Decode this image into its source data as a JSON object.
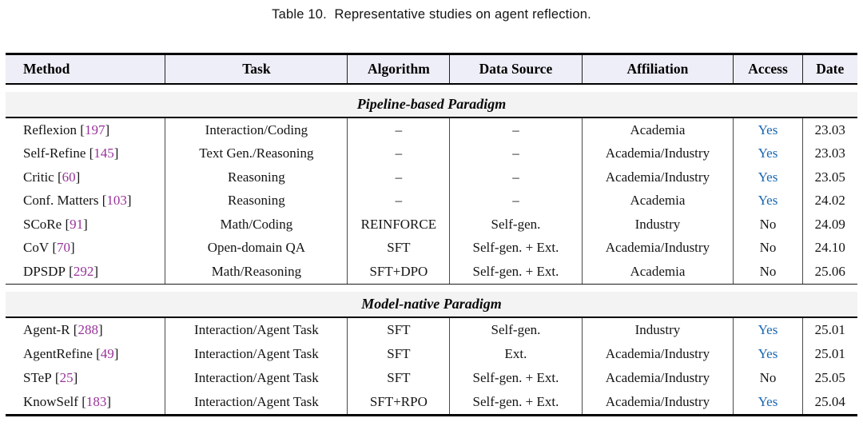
{
  "title": "Table 10.  Representative studies on agent reflection.",
  "colors": {
    "citation": "#993399",
    "access_yes_link": "#1a67b0",
    "header_background": "#eeeef8",
    "band_background": "#f3f3f3"
  },
  "columns": [
    "Method",
    "Task",
    "Algorithm",
    "Data Source",
    "Affiliation",
    "Access",
    "Date"
  ],
  "sections": [
    {
      "label": "Pipeline-based Paradigm",
      "rows": [
        {
          "method": "Reflexion",
          "cite": "197",
          "task": "Interaction/Coding",
          "algorithm": "–",
          "data_source": "–",
          "affiliation": "Academia",
          "access": "Yes",
          "date": "23.03"
        },
        {
          "method": "Self-Refine",
          "cite": "145",
          "task": "Text Gen./Reasoning",
          "algorithm": "–",
          "data_source": "–",
          "affiliation": "Academia/Industry",
          "access": "Yes",
          "date": "23.03"
        },
        {
          "method": "Critic",
          "cite": "60",
          "task": "Reasoning",
          "algorithm": "–",
          "data_source": "–",
          "affiliation": "Academia/Industry",
          "access": "Yes",
          "date": "23.05"
        },
        {
          "method": "Conf. Matters",
          "cite": "103",
          "task": "Reasoning",
          "algorithm": "–",
          "data_source": "–",
          "affiliation": "Academia",
          "access": "Yes",
          "date": "24.02"
        },
        {
          "method": "SCoRe",
          "cite": "91",
          "task": "Math/Coding",
          "algorithm": "REINFORCE",
          "data_source": "Self-gen.",
          "affiliation": "Industry",
          "access": "No",
          "date": "24.09"
        },
        {
          "method": "CoV",
          "cite": "70",
          "task": "Open-domain QA",
          "algorithm": "SFT",
          "data_source": "Self-gen. + Ext.",
          "affiliation": "Academia/Industry",
          "access": "No",
          "date": "24.10"
        },
        {
          "method": "DPSDP",
          "cite": "292",
          "task": "Math/Reasoning",
          "algorithm": "SFT+DPO",
          "data_source": "Self-gen. + Ext.",
          "affiliation": "Academia",
          "access": "No",
          "date": "25.06"
        }
      ]
    },
    {
      "label": "Model-native Paradigm",
      "rows": [
        {
          "method": "Agent-R",
          "cite": "288",
          "task": "Interaction/Agent Task",
          "algorithm": "SFT",
          "data_source": "Self-gen.",
          "affiliation": "Industry",
          "access": "Yes",
          "date": "25.01"
        },
        {
          "method": "AgentRefine",
          "cite": "49",
          "task": "Interaction/Agent Task",
          "algorithm": "SFT",
          "data_source": "Ext.",
          "affiliation": "Academia/Industry",
          "access": "Yes",
          "date": "25.01"
        },
        {
          "method": "STeP",
          "cite": "25",
          "task": "Interaction/Agent Task",
          "algorithm": "SFT",
          "data_source": "Self-gen. + Ext.",
          "affiliation": "Academia/Industry",
          "access": "No",
          "date": "25.05"
        },
        {
          "method": "KnowSelf",
          "cite": "183",
          "task": "Interaction/Agent Task",
          "algorithm": "SFT+RPO",
          "data_source": "Self-gen. + Ext.",
          "affiliation": "Academia/Industry",
          "access": "Yes",
          "date": "25.04"
        }
      ]
    }
  ]
}
